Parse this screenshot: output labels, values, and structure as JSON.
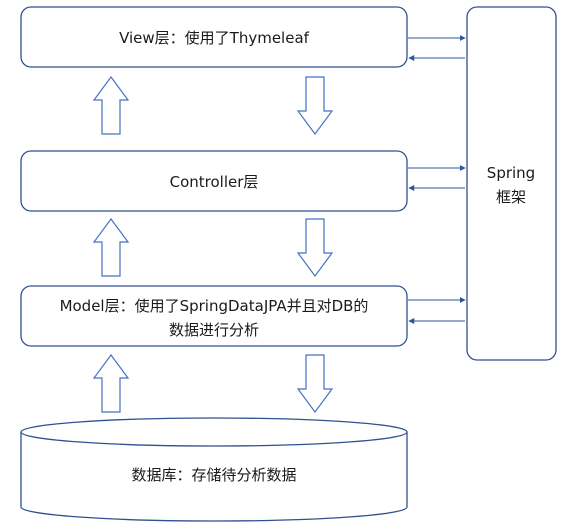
{
  "layers": {
    "view": {
      "label": "View层：使用了Thymeleaf"
    },
    "controller": {
      "label": "Controller层"
    },
    "model": {
      "line1": "Model层：使用了SpringDataJPA并且对DB的",
      "line2": "数据进行分析"
    },
    "database": {
      "label": "数据库：存储待分析数据"
    }
  },
  "framework": {
    "line1": "Spring",
    "line2": "框架"
  },
  "colors": {
    "box_stroke": "#2f528f",
    "hollow_arrow_stroke": "#4472c4",
    "connector": "#2e5597"
  }
}
